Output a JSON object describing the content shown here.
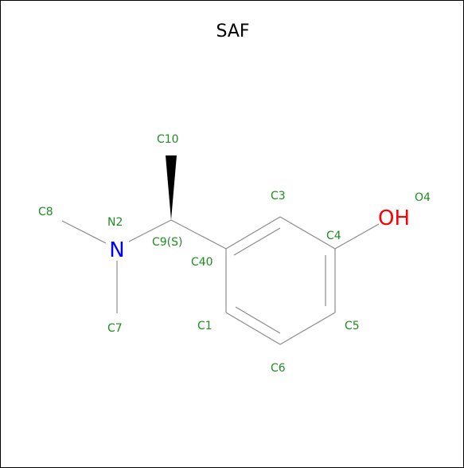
{
  "title": "SAF",
  "colors": {
    "label": "#1e8c1e",
    "nitrogen": "#0000ff",
    "oxygen": "#ff0000",
    "bond": "#8a8a8a"
  },
  "atoms": {
    "n2_symbol": "N",
    "oh_symbol": "OH",
    "labels": {
      "c10": "C10",
      "c8": "C8",
      "n2": "N2",
      "c9": "C9(S)",
      "c3": "C3",
      "o4": "O4",
      "c4": "C4",
      "c40": "C40",
      "c1": "C1",
      "c5": "C5",
      "c7": "C7",
      "c6": "C6"
    }
  }
}
